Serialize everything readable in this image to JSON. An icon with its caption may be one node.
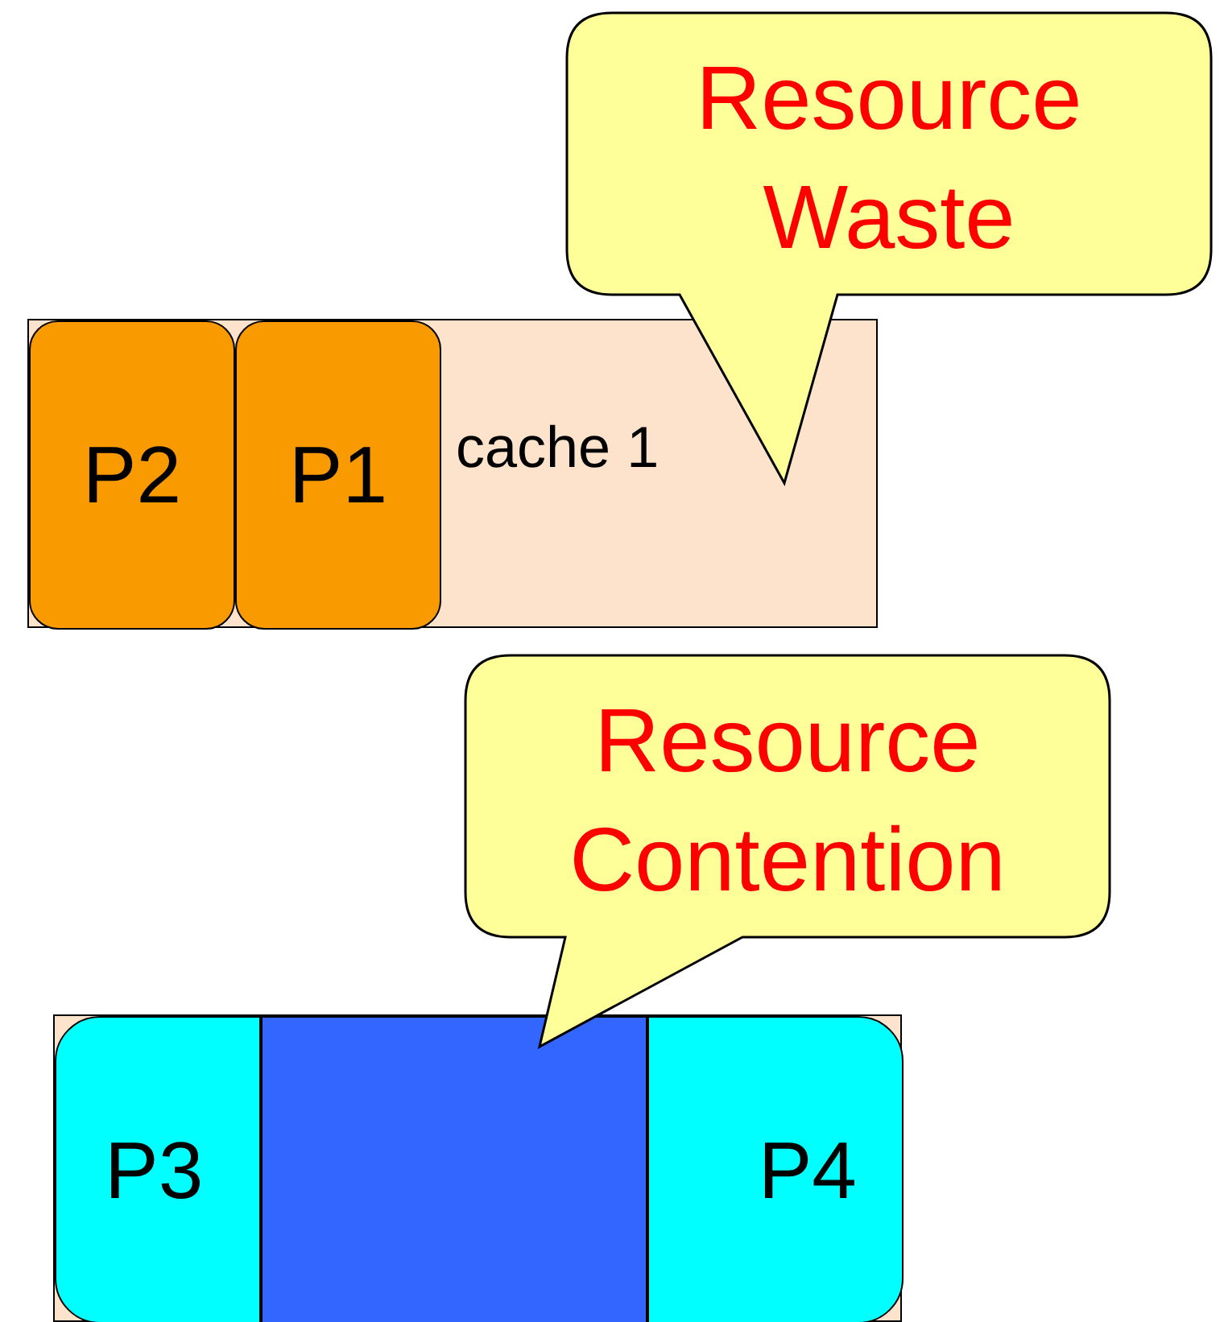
{
  "diagram": {
    "nodes": [
      {
        "text": [
          "cache 1"
        ]
      },
      {
        "text": [
          "P2"
        ],
        "in": 0
      },
      {
        "text": [
          "P1"
        ],
        "in": 0
      },
      {
        "text": [
          "Resource Waste"
        ]
      },
      {
        "text": [
          "Resource Contention"
        ]
      },
      {
        "text": [],
        "shape": "box"
      },
      {
        "text": [
          "P3"
        ],
        "in": 5
      },
      {
        "text": [],
        "shape": "box",
        "in": 5
      },
      {
        "text": [
          "P4"
        ],
        "in": 5
      }
    ]
  }
}
